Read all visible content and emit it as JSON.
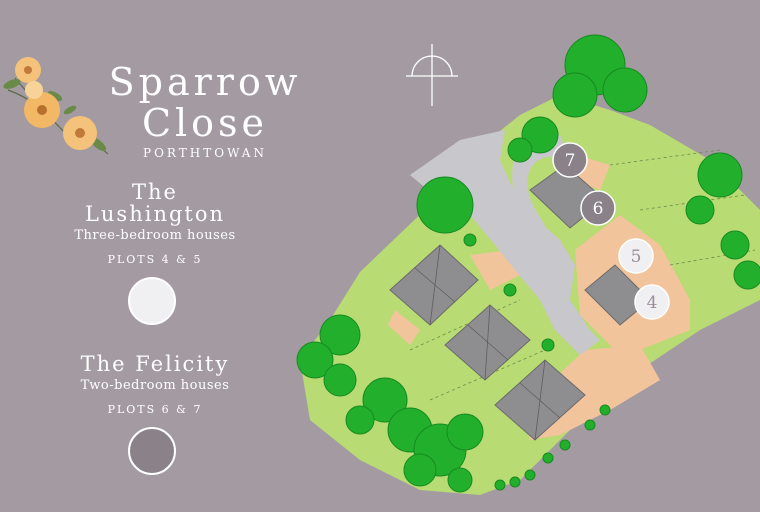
{
  "title": {
    "line1": "Sparrow",
    "line2": "Close"
  },
  "subtitle": "PORTHTOWAN",
  "house_types": [
    {
      "name_line1": "The",
      "name_line2": "Lushington",
      "description": "Three-bedroom houses",
      "plots": "PLOTS 4 & 5",
      "swatch_color": "#f0eff2"
    },
    {
      "name": "The Felicity",
      "description": "Two-bedroom houses",
      "plots": "PLOTS 6 & 7",
      "swatch_color": "#8a8189"
    }
  ],
  "plots": [
    {
      "number": "7",
      "type": "The Felicity"
    },
    {
      "number": "6",
      "type": "The Felicity"
    },
    {
      "number": "5",
      "type": "The Lushington"
    },
    {
      "number": "4",
      "type": "The Lushington"
    }
  ],
  "colors": {
    "background": "#a49ba2",
    "grass": "#b8db73",
    "trees": "#22b02c",
    "road": "#c8c8cc",
    "paving": "#f2c49c",
    "roofs": "#8e8e90"
  },
  "icons": [
    "flower-bouquet-icon",
    "north-compass-icon"
  ]
}
